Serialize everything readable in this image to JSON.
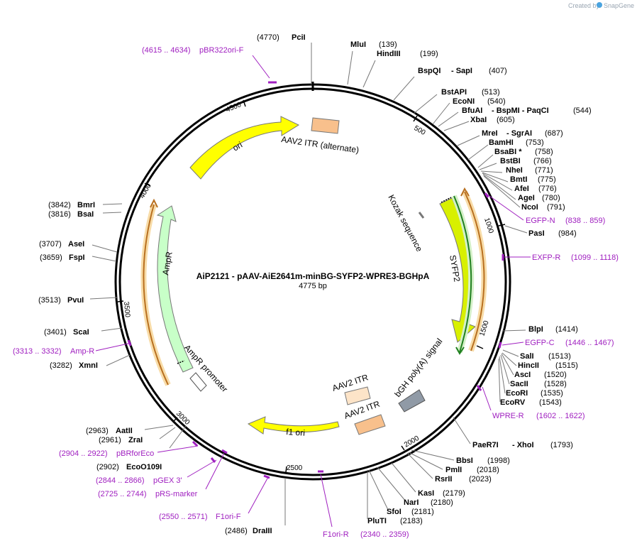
{
  "credit": "Created by",
  "brand": "SnapGene",
  "title": "AiP2121 - pAAV-AiE2641m-minBG-SYFP2-WPRE3-BGHpA",
  "length": "4775 bp",
  "colors": {
    "yellow": "#ffff00",
    "orange_arrow": "#f0a030",
    "green_feature": "#c8ffc8",
    "primer": "#a020c0"
  },
  "features": {
    "ori": "ori",
    "itr_alt": "AAV2 ITR (alternate)",
    "kozak": "Kozak sequence",
    "sfyp2": "SYFP2",
    "bgh": "bGH poly(A) signal",
    "itr1": "AAV2 ITR",
    "itr2": "AAV2 ITR",
    "f1ori": "f1 ori",
    "ampr_promoter": "AmpR promoter",
    "ampr": "AmpR"
  },
  "ticks": {
    "t500": "500",
    "t1000": "1000",
    "t1500": "1500",
    "t2000": "2000",
    "t2500": "2500",
    "t3000": "3000",
    "t3500": "3500",
    "t4000": "4000",
    "t4500": "4500"
  },
  "enzymes": {
    "pcii": {
      "name": "PciI",
      "pos": "(4770)"
    },
    "mlui": {
      "name": "MluI",
      "pos": "(139)"
    },
    "hindiii": {
      "name": "HindIII",
      "pos": "(199)"
    },
    "bspqi": {
      "name": "BspQI",
      "extra": "- SapI",
      "pos": "(407)"
    },
    "bstapi": {
      "name": "BstAPI",
      "pos": "(513)"
    },
    "econi": {
      "name": "EcoNI",
      "pos": "(540)"
    },
    "bfuai": {
      "name": "BfuAI",
      "extra": "- BspMI   - PaqCI",
      "pos": "(544)"
    },
    "xbai": {
      "name": "XbaI",
      "pos": "(605)"
    },
    "mrei": {
      "name": "MreI",
      "extra": "- SgrAI",
      "pos": "(687)"
    },
    "bamhi": {
      "name": "BamHI",
      "pos": "(753)"
    },
    "bsabi": {
      "name": "BsaBI *",
      "pos": "(758)"
    },
    "bstbi": {
      "name": "BstBI",
      "pos": "(766)"
    },
    "nhei": {
      "name": "NheI",
      "pos": "(771)"
    },
    "bmti": {
      "name": "BmtI",
      "pos": "(775)"
    },
    "afei": {
      "name": "AfeI",
      "pos": "(776)"
    },
    "agei": {
      "name": "AgeI",
      "pos": "(780)"
    },
    "ncoi": {
      "name": "NcoI",
      "pos": "(791)"
    },
    "pasi": {
      "name": "PasI",
      "pos": "(984)"
    },
    "blpi": {
      "name": "BlpI",
      "pos": "(1414)"
    },
    "sali": {
      "name": "SalI",
      "pos": "(1513)"
    },
    "hincii": {
      "name": "HincII",
      "pos": "(1515)"
    },
    "asci": {
      "name": "AscI",
      "pos": "(1520)"
    },
    "sacii": {
      "name": "SacII",
      "pos": "(1528)"
    },
    "ecori": {
      "name": "EcoRI",
      "pos": "(1535)"
    },
    "ecorv": {
      "name": "EcoRV",
      "pos": "(1543)"
    },
    "paer7i": {
      "name": "PaeR7I",
      "extra": "- XhoI",
      "pos": "(1793)"
    },
    "bbsi": {
      "name": "BbsI",
      "pos": "(1998)"
    },
    "pmli": {
      "name": "PmlI",
      "pos": "(2018)"
    },
    "rsrii": {
      "name": "RsrII",
      "pos": "(2023)"
    },
    "kasi": {
      "name": "KasI",
      "pos": "(2179)"
    },
    "nari": {
      "name": "NarI",
      "pos": "(2180)"
    },
    "sfoi": {
      "name": "SfoI",
      "pos": "(2181)"
    },
    "pluti": {
      "name": "PluTI",
      "pos": "(2183)"
    },
    "draiii": {
      "name": "DraIII",
      "pos": "(2486)"
    },
    "ecoo109i": {
      "name": "EcoO109I",
      "pos": "(2902)"
    },
    "zrai": {
      "name": "ZraI",
      "pos": "(2961)"
    },
    "aatii": {
      "name": "AatII",
      "pos": "(2963)"
    },
    "xmni": {
      "name": "XmnI",
      "pos": "(3282)"
    },
    "scai": {
      "name": "ScaI",
      "pos": "(3401)"
    },
    "pvui": {
      "name": "PvuI",
      "pos": "(3513)"
    },
    "fspi": {
      "name": "FspI",
      "pos": "(3659)"
    },
    "asei": {
      "name": "AseI",
      "pos": "(3707)"
    },
    "bsai": {
      "name": "BsaI",
      "pos": "(3816)"
    },
    "bmri": {
      "name": "BmrI",
      "pos": "(3842)"
    }
  },
  "primers": {
    "pbr322ori": {
      "range": "(4615 .. 4634)",
      "name": "pBR322ori-F"
    },
    "egfpn": {
      "name": "EGFP-N",
      "range": "(838 .. 859)"
    },
    "exfpr": {
      "name": "EXFP-R",
      "range": "(1099 .. 1118)"
    },
    "egfpc": {
      "name": "EGFP-C",
      "range": "(1446 .. 1467)"
    },
    "wprer": {
      "name": "WPRE-R",
      "range": "(1602 .. 1622)"
    },
    "f1orir": {
      "name": "F1ori-R",
      "range": "(2340 .. 2359)"
    },
    "f1orif": {
      "range": "(2550 .. 2571)",
      "name": "F1ori-F"
    },
    "prsmarker": {
      "range": "(2725 .. 2744)",
      "name": "pRS-marker"
    },
    "pgex3": {
      "range": "(2844 .. 2866)",
      "name": "pGEX 3'"
    },
    "pbrforeco": {
      "range": "(2904 .. 2922)",
      "name": "pBRforEco"
    },
    "ampr": {
      "range": "(3313 .. 3332)",
      "name": "Amp-R"
    }
  }
}
